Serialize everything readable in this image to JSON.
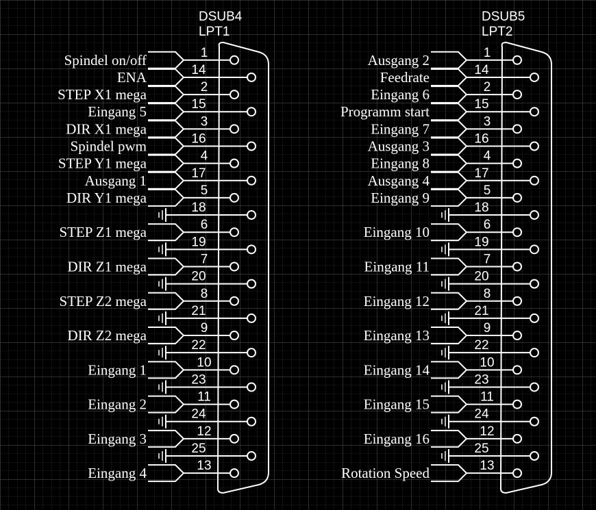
{
  "colors": {
    "background": "#000000",
    "grid": "#3a3a3a",
    "grid_major": "#5a5a5a",
    "line": "#ffffff"
  },
  "connectors": [
    {
      "name": "DSUB4",
      "sub": "LPT1",
      "labels": {
        "1": "Spindel on/off",
        "14": "ENA",
        "2": "STEP X1 mega",
        "15": "Eingang 5",
        "3": "DIR X1 mega",
        "16": "Spindel pwm",
        "4": "STEP Y1 mega",
        "17": "Ausgang 1",
        "5": "DIR Y1 mega",
        "6": "STEP Z1 mega",
        "7": "DIR Z1 mega",
        "8": "STEP Z2 mega",
        "9": "DIR Z2 mega",
        "10": "Eingang 1",
        "11": "Eingang 2",
        "12": "Eingang 3",
        "13": "Eingang 4"
      }
    },
    {
      "name": "DSUB5",
      "sub": "LPT2",
      "labels": {
        "1": "Ausgang 2",
        "14": "Feedrate",
        "2": "Eingang 6",
        "15": "Programm start",
        "3": "Eingang 7",
        "16": "Ausgang 3",
        "4": "Eingang 8",
        "17": "Ausgang 4",
        "5": "Eingang 9",
        "6": "Eingang 10",
        "7": "Eingang 11",
        "8": "Eingang 12",
        "9": "Eingang 13",
        "10": "Eingang 14",
        "11": "Eingang 15",
        "12": "Eingang 16",
        "13": "Rotation Speed"
      }
    }
  ]
}
